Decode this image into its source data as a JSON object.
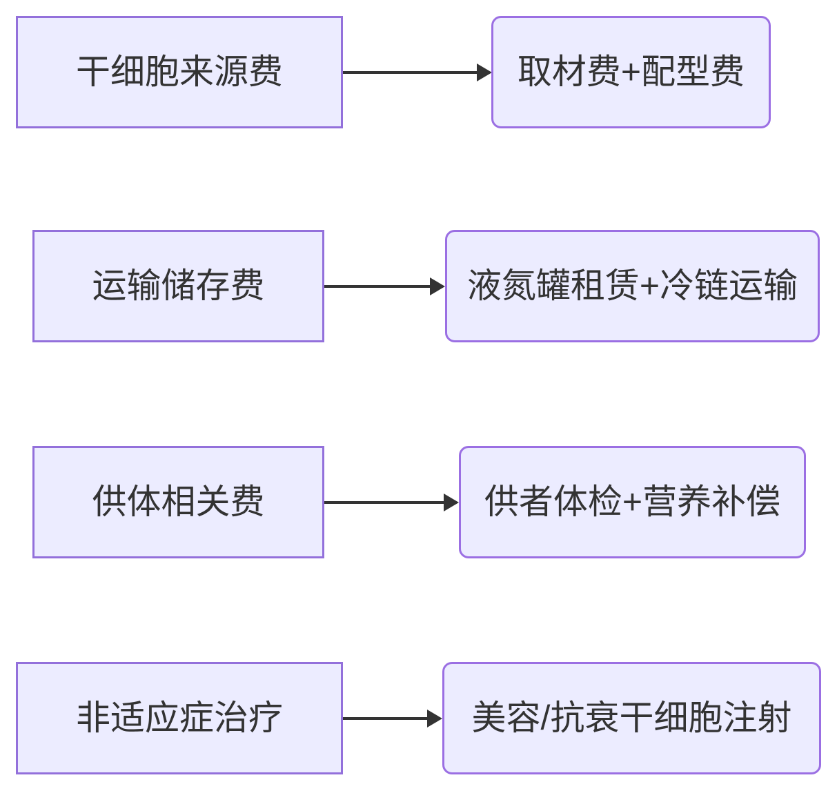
{
  "diagram": {
    "type": "flowchart-left-to-right",
    "rows": [
      {
        "source": "干细胞来源费",
        "target": "取材费+配型费"
      },
      {
        "source": "运输储存费",
        "target": "液氮罐租赁+冷链运输"
      },
      {
        "source": "供体相关费",
        "target": "供者体检+营养补偿"
      },
      {
        "source": "非适应症治疗",
        "target": "美容/抗衰干细胞注射"
      }
    ],
    "colors": {
      "node_fill": "#ECECFF",
      "node_border": "#9370DB",
      "rounded_border": "#9B6FE3",
      "arrow": "#333333",
      "text": "#333333"
    }
  }
}
